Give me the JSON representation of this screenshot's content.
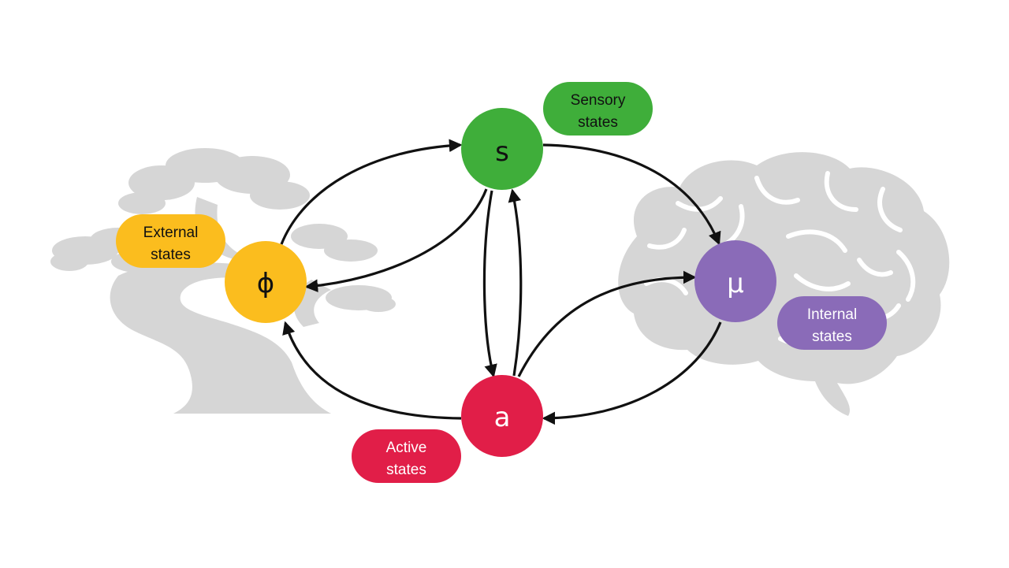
{
  "colors": {
    "sensory": "#3fae3a",
    "external": "#fbbd1e",
    "internal": "#8a6bb8",
    "active": "#e11e48",
    "silhouette": "#d6d6d6",
    "arrow": "#111111"
  },
  "nodes": {
    "sensory": {
      "symbol": "s"
    },
    "external": {
      "symbol": "ϕ"
    },
    "internal": {
      "symbol": "μ"
    },
    "active": {
      "symbol": "a"
    }
  },
  "labels": {
    "sensory": {
      "line1": "Sensory",
      "line2": "states"
    },
    "external": {
      "line1": "External",
      "line2": "states"
    },
    "internal": {
      "line1": "Internal",
      "line2": "states"
    },
    "active": {
      "line1": "Active",
      "line2": "states"
    }
  },
  "edges": [
    {
      "from": "external",
      "to": "sensory"
    },
    {
      "from": "sensory",
      "to": "external"
    },
    {
      "from": "sensory",
      "to": "internal"
    },
    {
      "from": "sensory",
      "to": "active"
    },
    {
      "from": "active",
      "to": "sensory"
    },
    {
      "from": "active",
      "to": "internal"
    },
    {
      "from": "internal",
      "to": "active"
    },
    {
      "from": "active",
      "to": "external"
    }
  ],
  "illustrations": {
    "left": "bonsai-tree-silhouette",
    "right": "brain-silhouette"
  }
}
